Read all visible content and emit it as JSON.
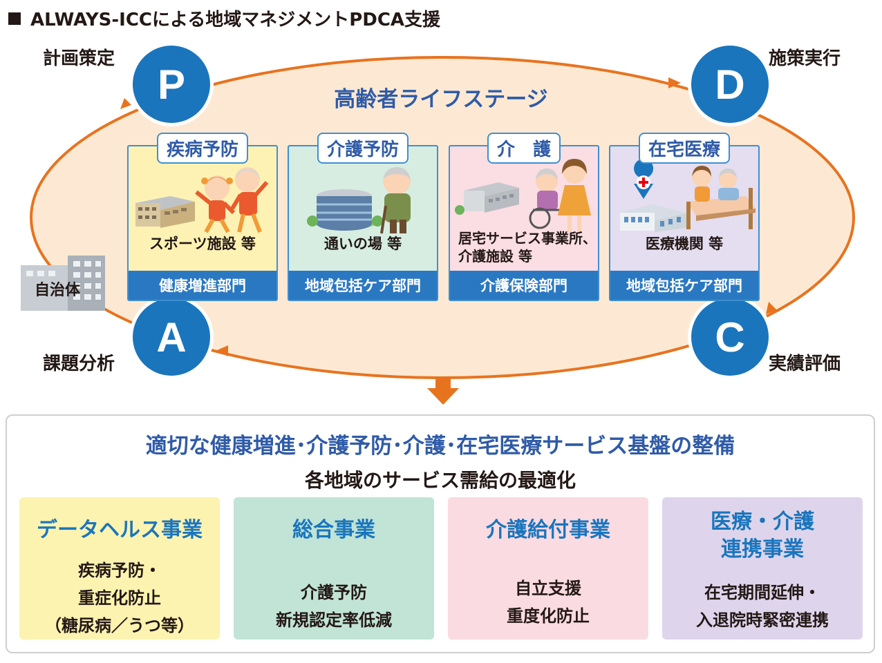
{
  "header": {
    "title": "ALWAYS-ICCによる地域マネジメントPDCA支援"
  },
  "cycle": {
    "title": "高齢者ライフステージ",
    "phases": [
      {
        "letter": "P",
        "label": "計画策定"
      },
      {
        "letter": "D",
        "label": "施策実行"
      },
      {
        "letter": "C",
        "label": "実績評価"
      },
      {
        "letter": "A",
        "label": "課題分析"
      }
    ],
    "municipality": "自治体",
    "colors": {
      "circle": "#1a75bd",
      "arrow": "#e8731f",
      "ellipse_fill": "#fde9d3"
    }
  },
  "cards": [
    {
      "tag": "疾病予防",
      "place": "スポーツ施設 等",
      "dept": "健康増進部門",
      "bg": "#fdf2b3",
      "illustration": "gymnasts-and-building"
    },
    {
      "tag": "介護予防",
      "place": "通いの場 等",
      "dept": "地域包括ケア部門",
      "bg": "#d7ede2",
      "illustration": "elderly-man-and-round-building"
    },
    {
      "tag": "介　護",
      "place_lines": [
        "居宅サービス事業所、",
        "介護施設 等"
      ],
      "dept": "介護保険部門",
      "bg": "#fbdde4",
      "illustration": "wheelchair-and-caregiver"
    },
    {
      "tag": "在宅医療",
      "place": "医療機関 等",
      "dept": "地域包括ケア部門",
      "bg": "#e4def0",
      "illustration": "hospital-and-bed"
    }
  ],
  "outcome": {
    "title": "適切な健康増進･介護予防･介護･在宅医療サービス基盤の整備",
    "subtitle": "各地域のサービス需給の最適化",
    "businesses": [
      {
        "name_lines": [
          "データヘルス事業"
        ],
        "desc_lines": [
          "疾病予防・",
          "重症化防止",
          "（糖尿病／うつ等）"
        ],
        "bg": "#fdf3b0"
      },
      {
        "name_lines": [
          "総合事業"
        ],
        "desc_lines": [
          "介護予防",
          "新規認定率低減"
        ],
        "bg": "#c1e4d7"
      },
      {
        "name_lines": [
          "介護給付事業"
        ],
        "desc_lines": [
          "自立支援",
          "重度化防止"
        ],
        "bg": "#fadbe1"
      },
      {
        "name_lines": [
          "医療・介護",
          "連携事業"
        ],
        "desc_lines": [
          "在宅期間延伸・",
          "入退院時緊密連携"
        ],
        "bg": "#ded5ec"
      }
    ]
  }
}
